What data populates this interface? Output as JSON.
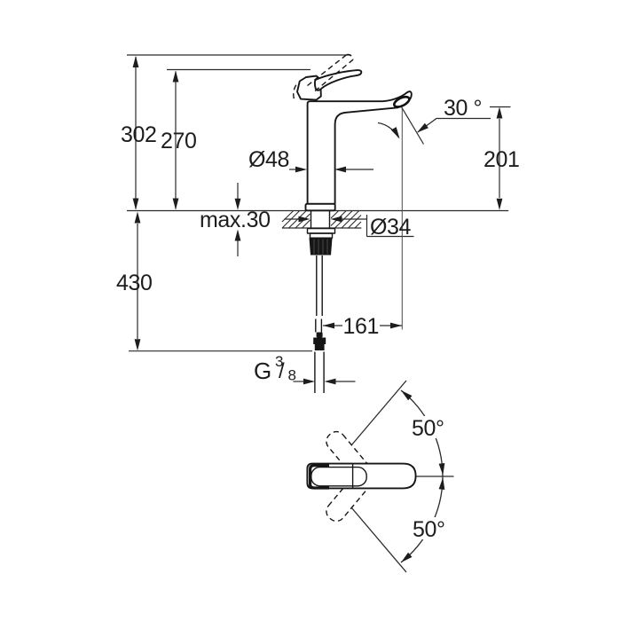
{
  "canvas": {
    "background": "#ffffff",
    "line_color": "#1d1d1d"
  },
  "side_view": {
    "labels": {
      "total_height": "302",
      "height_to_lever": "270",
      "body_diameter": "Ø48",
      "max_deck_thickness": "max.30",
      "mount_hole_diameter": "Ø34",
      "outlet_height": "201",
      "outlet_angle": "30 °",
      "supply_length": "430",
      "outlet_reach": "161",
      "thread_prefix": "G",
      "thread_numerator": "3",
      "thread_slash": "/",
      "thread_denominator": "8"
    }
  },
  "top_view": {
    "labels": {
      "swing_upper": "50°",
      "swing_lower": "50°"
    }
  }
}
